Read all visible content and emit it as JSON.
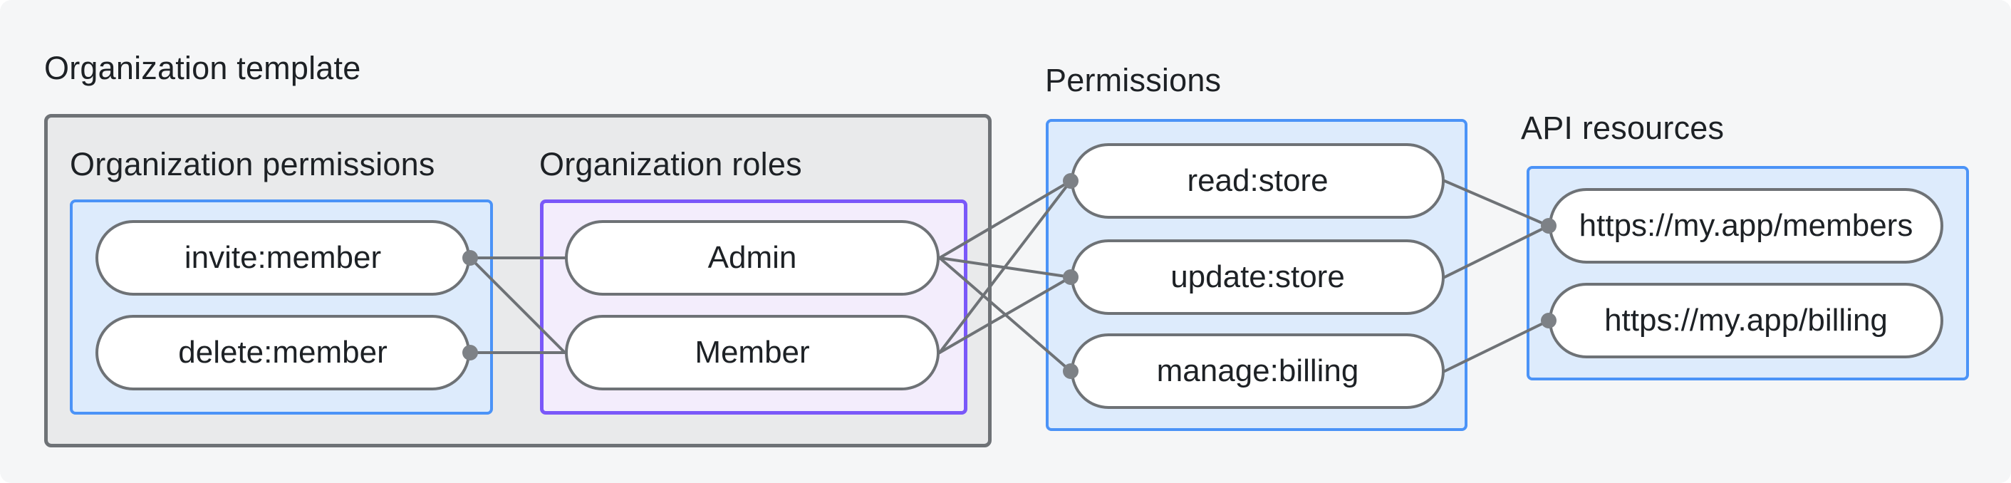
{
  "diagram_title": "Organization template",
  "colors": {
    "page_background": "#f5f6f7",
    "outer_box_fill": "#e9eaeb",
    "outer_box_border": "#6e7276",
    "blue_box_fill": "#ddebfc",
    "blue_box_border": "#4b93f7",
    "purple_box_fill": "#f3edfc",
    "purple_box_border": "#7a58f9",
    "pill_fill": "#ffffff",
    "pill_border": "#6e7276",
    "edge_line": "#6e7276",
    "connector_dot": "#7d8186",
    "text": "#1d2125"
  },
  "outer": {
    "label": "Organization template"
  },
  "groups": {
    "organization_permissions": {
      "label": "Organization permissions",
      "nodes": [
        {
          "label": "invite:member"
        },
        {
          "label": "delete:member"
        }
      ]
    },
    "organization_roles": {
      "label": "Organization roles",
      "nodes": [
        {
          "label": "Admin"
        },
        {
          "label": "Member"
        }
      ]
    },
    "permissions": {
      "label": "Permissions",
      "nodes": [
        {
          "label": "read:store"
        },
        {
          "label": "update:store"
        },
        {
          "label": "manage:billing"
        }
      ]
    },
    "api_resources": {
      "label": "API resources",
      "nodes": [
        {
          "label": "https://my.app/members"
        },
        {
          "label": "https://my.app/billing"
        }
      ]
    }
  },
  "edges": [
    {
      "from": "invite:member",
      "to": "Admin"
    },
    {
      "from": "invite:member",
      "to": "Member"
    },
    {
      "from": "delete:member",
      "to": "Member"
    },
    {
      "from": "Admin",
      "to": "read:store"
    },
    {
      "from": "Admin",
      "to": "update:store"
    },
    {
      "from": "Admin",
      "to": "manage:billing"
    },
    {
      "from": "Member",
      "to": "read:store"
    },
    {
      "from": "Member",
      "to": "update:store"
    },
    {
      "from": "read:store",
      "to": "https://my.app/members"
    },
    {
      "from": "update:store",
      "to": "https://my.app/members"
    },
    {
      "from": "manage:billing",
      "to": "https://my.app/billing"
    }
  ]
}
